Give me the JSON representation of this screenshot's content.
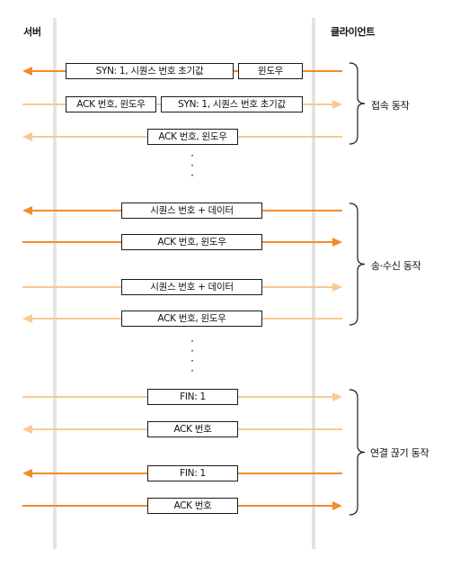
{
  "headers": {
    "server": "서버",
    "client": "클라이언트"
  },
  "colors": {
    "strong_arrow": "#f28c28",
    "light_arrow": "#f8c996",
    "lifeline": "#e3e3e3",
    "box_border": "#1a1a1a"
  },
  "messages": [
    {
      "id": "m1",
      "direction": "to-server",
      "emphasis": "strong",
      "labels": [
        "SYN: 1, 시퀀스 번호 초기값",
        "윈도우"
      ]
    },
    {
      "id": "m2",
      "direction": "to-client",
      "emphasis": "light",
      "labels": [
        "ACK 번호, 윈도우",
        "SYN: 1, 시퀀스 번호 초기값"
      ]
    },
    {
      "id": "m3",
      "direction": "to-server",
      "emphasis": "light",
      "labels": [
        "ACK 번호, 윈도우"
      ]
    },
    {
      "id": "m4",
      "direction": "to-server",
      "emphasis": "strong",
      "labels": [
        "시퀀스 번호 + 데이터"
      ]
    },
    {
      "id": "m5",
      "direction": "to-client",
      "emphasis": "strong",
      "labels": [
        "ACK 번호, 윈도우"
      ]
    },
    {
      "id": "m6",
      "direction": "to-client",
      "emphasis": "light",
      "labels": [
        "시퀀스 번호 + 데이터"
      ]
    },
    {
      "id": "m7",
      "direction": "to-server",
      "emphasis": "light",
      "labels": [
        "ACK 번호, 윈도우"
      ]
    },
    {
      "id": "m8",
      "direction": "to-client",
      "emphasis": "light",
      "labels": [
        "FIN: 1"
      ]
    },
    {
      "id": "m9",
      "direction": "to-server",
      "emphasis": "light",
      "labels": [
        "ACK 번호"
      ]
    },
    {
      "id": "m10",
      "direction": "to-server",
      "emphasis": "strong",
      "labels": [
        "FIN: 1"
      ]
    },
    {
      "id": "m11",
      "direction": "to-client",
      "emphasis": "strong",
      "labels": [
        "ACK 번호"
      ]
    }
  ],
  "phases": [
    {
      "label": "접속 동작"
    },
    {
      "label": "송·수신 동작"
    },
    {
      "label": "연결 끊기 동작"
    }
  ],
  "ellipsis": "·"
}
